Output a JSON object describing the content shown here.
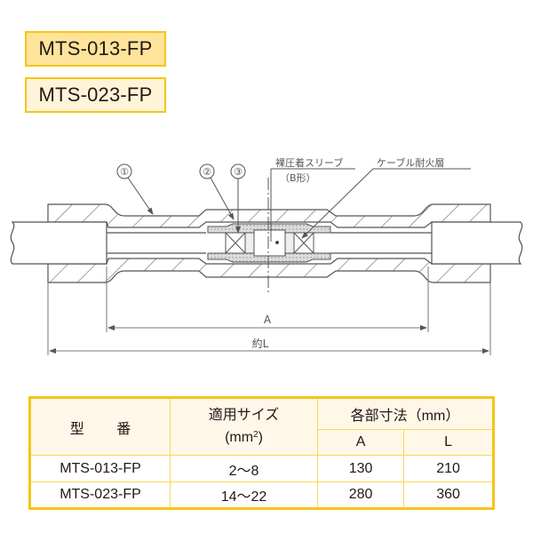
{
  "badges": [
    {
      "label": "MTS-013-FP",
      "fill": "#fde49a",
      "border": "#f5c518"
    },
    {
      "label": "MTS-023-FP",
      "fill": "#fff4d8",
      "border": "#f5c518"
    }
  ],
  "diagram": {
    "callouts": [
      "①",
      "②",
      "③"
    ],
    "label_sleeve": "裸圧着スリーブ",
    "label_sleeve_type": "（B形）",
    "label_fire_layer": "ケーブル耐火層",
    "dimension_a": "A",
    "dimension_l": "約L"
  },
  "table": {
    "header": {
      "model": "型 番",
      "size_line1": "適用サイズ",
      "size_line2_prefix": "(mm",
      "size_line2_sup": "2",
      "size_line2_suffix": ")",
      "dims": "各部寸法（mm）",
      "col_a": "A",
      "col_l": "L"
    },
    "rows": [
      {
        "model": "MTS-013-FP",
        "size": "2～8",
        "a": "130",
        "l": "210"
      },
      {
        "model": "MTS-023-FP",
        "size": "14～22",
        "a": "280",
        "l": "360"
      }
    ],
    "border_color": "#f5c518",
    "header_fill": "#fff7e8"
  }
}
